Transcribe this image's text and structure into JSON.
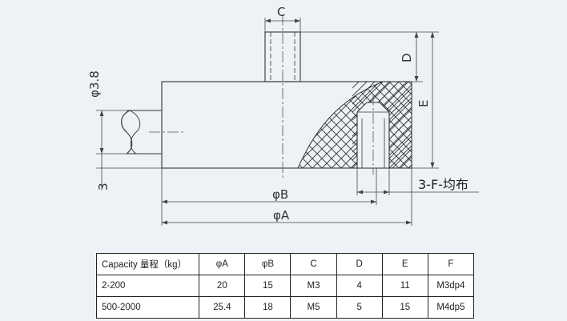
{
  "labels": {
    "c": "C",
    "d": "D",
    "e": "E",
    "phi38": "φ3.8",
    "three": "3",
    "phiB": "φB",
    "phiA": "φA",
    "f_note": "3-F-均布"
  },
  "table": {
    "headers": [
      "Capacity 量程（kg）",
      "φA",
      "φB",
      "C",
      "D",
      "E",
      "F"
    ],
    "rows": [
      [
        "2-200",
        "20",
        "15",
        "M3",
        "4",
        "11",
        "M3dp4"
      ],
      [
        "500-2000",
        "25.4",
        "18",
        "M5",
        "5",
        "15",
        "M4dp5"
      ]
    ]
  },
  "colors": {
    "background": "#eef2f7",
    "line": "#333333"
  }
}
